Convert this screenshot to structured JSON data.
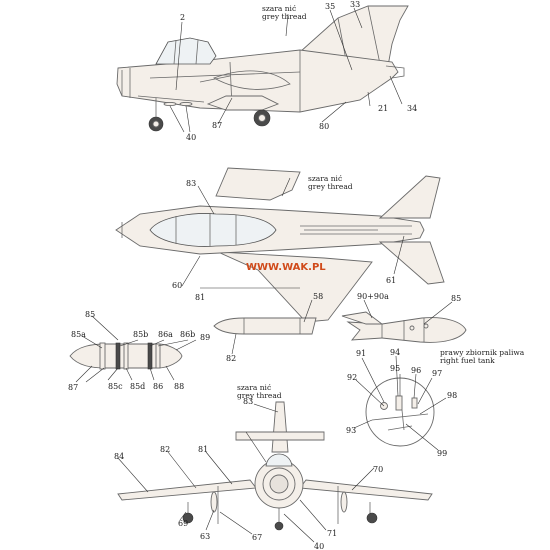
{
  "watermark": "WWW.WAK.PL",
  "notes": {
    "thread_pl": "szara nić",
    "thread_en": "grey thread",
    "tank_pl": "prawy zbiornik paliwa",
    "tank_en": "right fuel tank"
  },
  "labels": {
    "side": [
      "2",
      "35",
      "33",
      "87",
      "40",
      "80",
      "21",
      "34"
    ],
    "top": [
      "83",
      "60",
      "81",
      "61"
    ],
    "tank_left": [
      "85",
      "85a",
      "85b",
      "86a",
      "86b",
      "89",
      "87",
      "85c",
      "85d",
      "86",
      "88"
    ],
    "drop_tank": [
      "58",
      "82"
    ],
    "tank_right": [
      "90+90a",
      "85",
      "91",
      "94",
      "96",
      "97",
      "92",
      "95",
      "98",
      "93",
      "99"
    ],
    "front": [
      "83",
      "82",
      "81",
      "84",
      "70",
      "69",
      "63",
      "67",
      "40",
      "71"
    ]
  },
  "colors": {
    "outline": "#6a6a6a",
    "skin": "#f4efe9",
    "watermark": "#d04a1a",
    "tire": "#4a4a4a"
  }
}
